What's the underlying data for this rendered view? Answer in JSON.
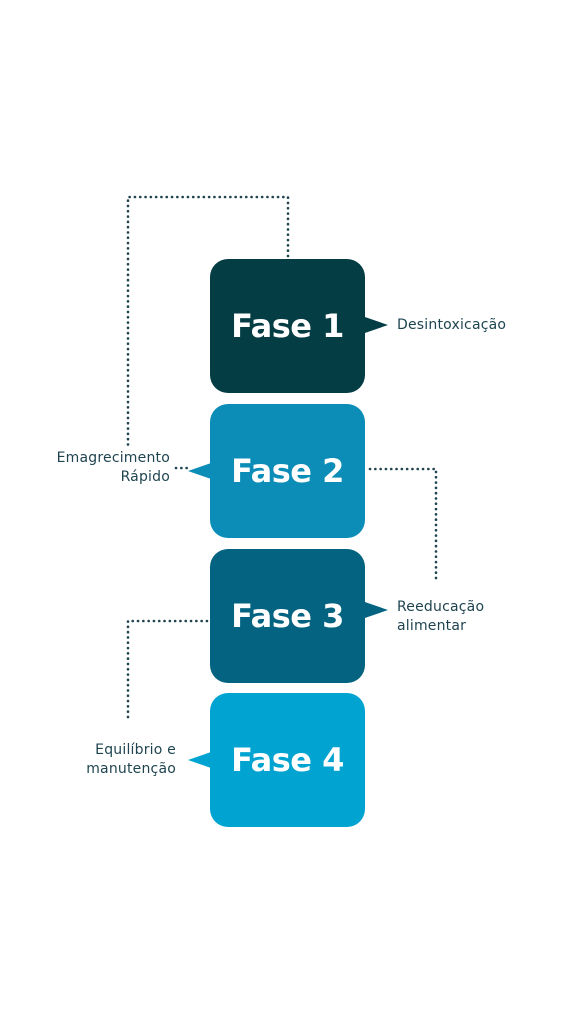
{
  "diagram": {
    "colors": {
      "phase_1": "#053d45",
      "phase_2": "#0b8db8",
      "phase_3": "#046381",
      "phase_4": "#01a3d0",
      "label_text": "#1f4450",
      "connector": "#1f4450"
    },
    "phases": [
      {
        "title": "Fase 1",
        "label_lines": [
          "Desintoxicação"
        ]
      },
      {
        "title": "Fase 2",
        "label_lines": [
          "Emagrecimento",
          "Rápido"
        ]
      },
      {
        "title": "Fase 3",
        "label_lines": [
          "Reeducação",
          "alimentar"
        ]
      },
      {
        "title": "Fase 4",
        "label_lines": [
          "Equilíbrio e",
          "manutenção"
        ]
      }
    ]
  }
}
